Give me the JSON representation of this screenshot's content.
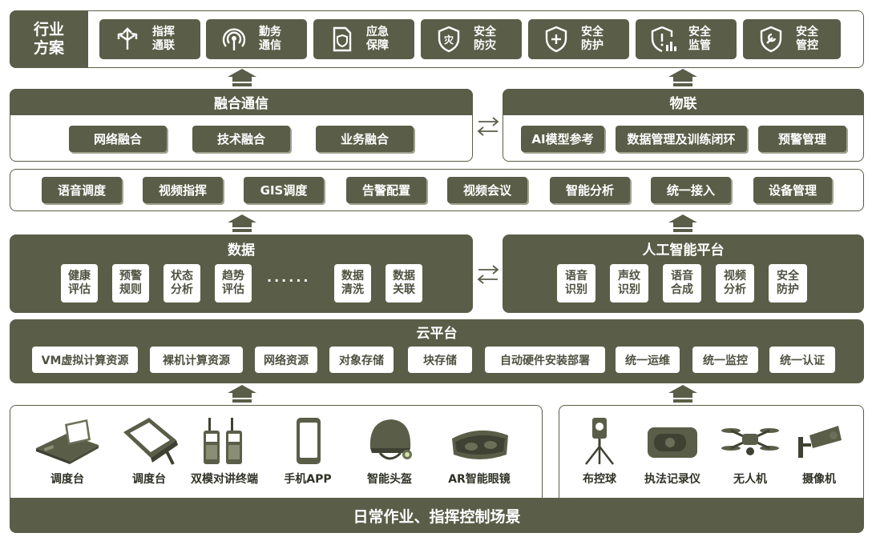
{
  "industry": {
    "label": "行业\n方案",
    "items": [
      {
        "icon": "split-arrows-icon",
        "label": "指挥\n通联"
      },
      {
        "icon": "signal-tower-icon",
        "label": "勤务\n通信"
      },
      {
        "icon": "shield-document-icon",
        "label": "应急\n保障"
      },
      {
        "icon": "fire-shield-icon",
        "label": "安全\n防灾"
      },
      {
        "icon": "shield-plus-icon",
        "label": "安全\n防护"
      },
      {
        "icon": "shield-chart-icon",
        "label": "安全\n监管"
      },
      {
        "icon": "shield-wrench-icon",
        "label": "安全\n管控"
      }
    ]
  },
  "fusion": {
    "title": "融合通信",
    "items": [
      "网络融合",
      "技术融合",
      "业务融合"
    ]
  },
  "iot": {
    "title": "物联",
    "items": [
      "AI模型参考",
      "数据管理及训练闭环",
      "预警管理"
    ]
  },
  "services": [
    "语音调度",
    "视频指挥",
    "GIS调度",
    "告警配置",
    "视频会议",
    "智能分析",
    "统一接入",
    "设备管理"
  ],
  "data_section": {
    "title": "数据",
    "items_left": [
      "健康\n评估",
      "预警\n规则",
      "状态\n分析",
      "趋势\n评估"
    ],
    "ellipsis": "······",
    "items_right": [
      "数据\n清洗",
      "数据\n关联"
    ]
  },
  "ai_platform": {
    "title": "人工智能平台",
    "items": [
      "语音\n识别",
      "声纹\n识别",
      "语音\n合成",
      "视频\n分析",
      "安全\n防护"
    ]
  },
  "cloud": {
    "title": "云平台",
    "items": [
      "VM虚拟计算资源",
      "裸机计算资源",
      "网络资源",
      "对象存储",
      "块存储",
      "自动硬件安装部署",
      "统一运维",
      "统一监控",
      "统一认证"
    ]
  },
  "devices_left": [
    {
      "icon": "dispatch-console-icon",
      "label": "调度台"
    },
    {
      "icon": "dispatch-tablet-icon",
      "label": "调度台"
    },
    {
      "icon": "walkie-talkie-icon",
      "label": "双模对讲终端"
    },
    {
      "icon": "smartphone-icon",
      "label": "手机APP"
    },
    {
      "icon": "smart-helmet-icon",
      "label": "智能头盔"
    },
    {
      "icon": "ar-glasses-icon",
      "label": "AR智能眼镜"
    }
  ],
  "devices_right": [
    {
      "icon": "tripod-camera-icon",
      "label": "布控球"
    },
    {
      "icon": "body-recorder-icon",
      "label": "执法记录仪"
    },
    {
      "icon": "drone-icon",
      "label": "无人机"
    },
    {
      "icon": "cctv-camera-icon",
      "label": "摄像机"
    }
  ],
  "scene": {
    "label": "日常作业、指挥控制场景"
  },
  "colors": {
    "primary": "#5a5e48",
    "shadow": "#9fa28f",
    "text_dark": "#2f3226"
  }
}
